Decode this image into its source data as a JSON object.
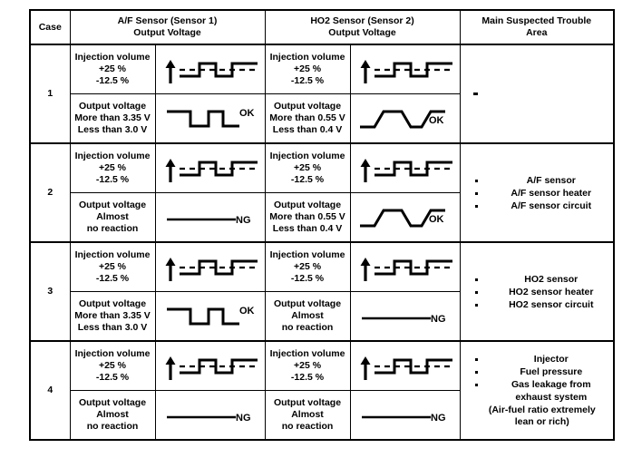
{
  "table": {
    "headers": {
      "case": "Case",
      "af_line1": "A/F Sensor (Sensor 1)",
      "af_line2": "Output Voltage",
      "ho2_line1": "HO2 Sensor (Sensor 2)",
      "ho2_line2": "Output Voltage",
      "trouble_line1": "Main Suspected Trouble",
      "trouble_line2": "Area"
    },
    "labels": {
      "injection_volume": "Injection volume",
      "inj_plus": "+25 %",
      "inj_minus": "-12.5 %",
      "output_voltage": "Output voltage",
      "af_more_than": "More than 3.35 V",
      "af_less_than": "Less than 3.0 V",
      "ho2_more_than": "More than 0.55 V",
      "ho2_less_than": "Less than 0.4 V",
      "almost": "Almost",
      "no_reaction": "no reaction",
      "ok": "OK",
      "ng": "NG"
    },
    "cases": [
      {
        "number": "1",
        "af": {
          "inject": {
            "l1": "Injection volume",
            "l2": "+25 %",
            "l3": "-12.5 %",
            "waveform": "square-with-dashed-reference"
          },
          "output": {
            "l1": "Output voltage",
            "l2": "More than 3.35 V",
            "l3": "Less than 3.0 V",
            "waveform": "square-ok",
            "verdict": "OK"
          }
        },
        "ho2": {
          "inject": {
            "l1": "Injection volume",
            "l2": "+25 %",
            "l3": "-12.5 %",
            "waveform": "square-with-dashed-reference"
          },
          "output": {
            "l1": "Output voltage",
            "l2": "More than 0.55 V",
            "l3": "Less than 0.4 V",
            "waveform": "trapezoid-ok",
            "verdict": "OK"
          }
        },
        "trouble": {
          "items": [],
          "note": [],
          "dash": true
        }
      },
      {
        "number": "2",
        "af": {
          "inject": {
            "l1": "Injection volume",
            "l2": "+25 %",
            "l3": "-12.5 %",
            "waveform": "square-with-dashed-reference"
          },
          "output": {
            "l1": "Output voltage",
            "l2": "Almost",
            "l3": "no reaction",
            "waveform": "flat-ng",
            "verdict": "NG"
          }
        },
        "ho2": {
          "inject": {
            "l1": "Injection volume",
            "l2": "+25 %",
            "l3": "-12.5 %",
            "waveform": "square-with-dashed-reference"
          },
          "output": {
            "l1": "Output voltage",
            "l2": "More than 0.55 V",
            "l3": "Less than 0.4 V",
            "waveform": "trapezoid-ok",
            "verdict": "OK"
          }
        },
        "trouble": {
          "items": [
            "A/F sensor",
            "A/F sensor heater",
            "A/F sensor circuit"
          ],
          "note": [],
          "dash": false
        }
      },
      {
        "number": "3",
        "af": {
          "inject": {
            "l1": "Injection volume",
            "l2": "+25 %",
            "l3": "-12.5 %",
            "waveform": "square-with-dashed-reference"
          },
          "output": {
            "l1": "Output voltage",
            "l2": "More than 3.35 V",
            "l3": "Less than 3.0 V",
            "waveform": "square-ok",
            "verdict": "OK"
          }
        },
        "ho2": {
          "inject": {
            "l1": "Injection volume",
            "l2": "+25 %",
            "l3": "-12.5 %",
            "waveform": "square-with-dashed-reference"
          },
          "output": {
            "l1": "Output voltage",
            "l2": "Almost",
            "l3": "no reaction",
            "waveform": "flat-ng",
            "verdict": "NG"
          }
        },
        "trouble": {
          "items": [
            "HO2 sensor",
            "HO2 sensor heater",
            "HO2 sensor circuit"
          ],
          "note": [],
          "dash": false
        }
      },
      {
        "number": "4",
        "af": {
          "inject": {
            "l1": "Injection volume",
            "l2": "+25 %",
            "l3": "-12.5 %",
            "waveform": "square-with-dashed-reference"
          },
          "output": {
            "l1": "Output voltage",
            "l2": "Almost",
            "l3": "no reaction",
            "waveform": "flat-ng",
            "verdict": "NG"
          }
        },
        "ho2": {
          "inject": {
            "l1": "Injection volume",
            "l2": "+25 %",
            "l3": "-12.5 %",
            "waveform": "square-with-dashed-reference"
          },
          "output": {
            "l1": "Output voltage",
            "l2": "Almost",
            "l3": "no reaction",
            "waveform": "flat-ng",
            "verdict": "NG"
          }
        },
        "trouble": {
          "items": [
            "Injector",
            "Fuel pressure",
            "Gas leakage from"
          ],
          "item_cont": "exhaust system",
          "note": [
            "(Air-fuel ratio extremely",
            "lean or rich)"
          ],
          "dash": false
        }
      }
    ]
  },
  "colors": {
    "ink": "#000000",
    "paper": "#ffffff"
  }
}
